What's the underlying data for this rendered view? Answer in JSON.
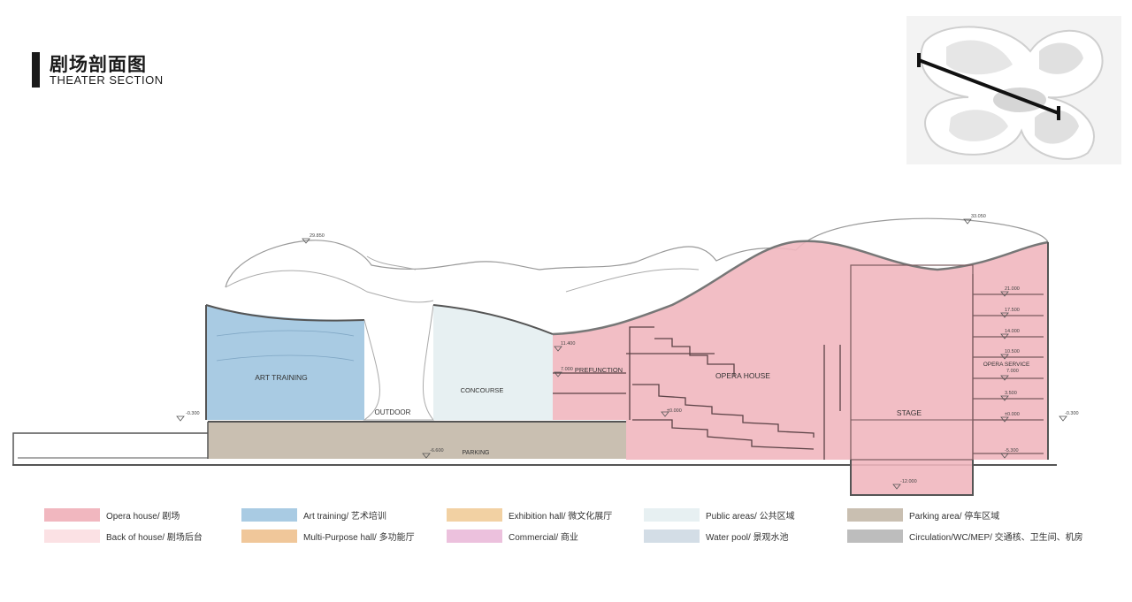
{
  "title": {
    "cn": "剧场剖面图",
    "en": "THEATER SECTION"
  },
  "zones": {
    "art_training": "ART TRAINING",
    "outdoor": "OUTDOOR",
    "concourse": "CONCOURSE",
    "prefunction": "PREFUNCTION",
    "opera_house": "OPERA  HOUSE",
    "stage": "STAGE",
    "opera_service": "OPERA  SERVICE",
    "parking": "PARKING"
  },
  "levels": {
    "roof_left": "29.850",
    "roof_right": "33.050",
    "l21": "21.000",
    "l17": "17.500",
    "l14": "14.000",
    "l10": "10.500",
    "l7r": "7.000",
    "l35": "3.500",
    "l0r": "±0.000",
    "lm53": "-5.300",
    "l114": "11.400",
    "l7": "7.000",
    "l0": "±0.000",
    "left_ground": "-0.300",
    "right_ground": "-0.300",
    "parking_lvl": "-6.600",
    "pit": "-12.000"
  },
  "legend": [
    {
      "label": "Opera  house/ 剧场",
      "color": "#f1b7bf"
    },
    {
      "label": "Back of  house/ 剧场后台",
      "color": "#fbe1e4"
    },
    {
      "label": "Art training/ 艺术培训",
      "color": "#a9cbe3"
    },
    {
      "label": "Multi-Purpose hall/ 多功能厅",
      "color": "#f0c79a"
    },
    {
      "label": "Exhibition hall/ 微文化展厅",
      "color": "#f2d1a3"
    },
    {
      "label": "Commercial/ 商业",
      "color": "#ecc1dd"
    },
    {
      "label": "Public areas/ 公共区域",
      "color": "#e7f0f2"
    },
    {
      "label": "Water pool/ 景观水池",
      "color": "#d3dde6"
    },
    {
      "label": "Parking area/ 停车区域",
      "color": "#c9bfb1"
    },
    {
      "label": "Circulation/WC/MEP/ 交通核、卫生间、机房",
      "color": "#bdbdbd"
    }
  ]
}
